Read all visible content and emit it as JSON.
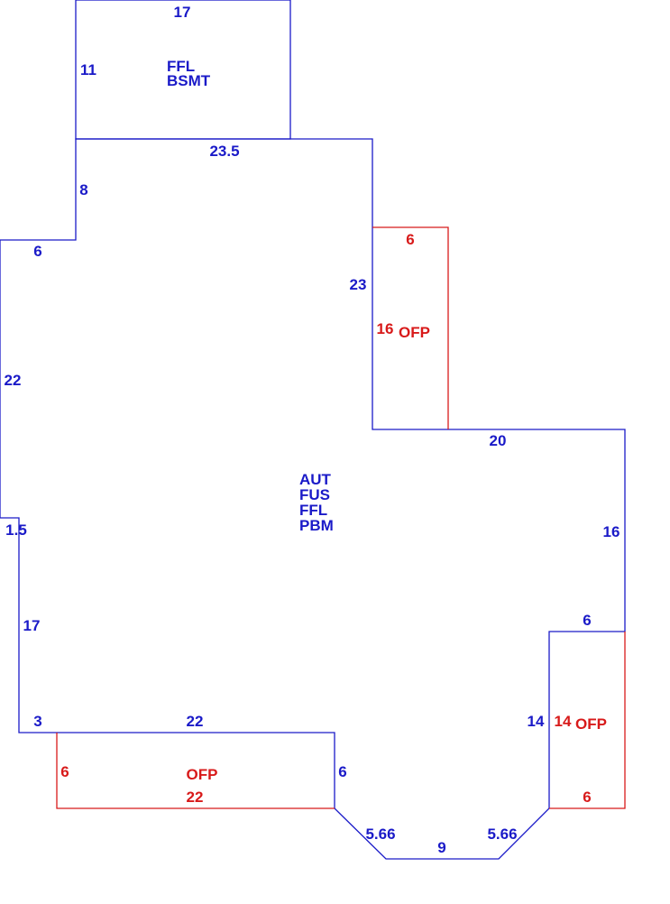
{
  "colors": {
    "main": "#1a1ac8",
    "porch": "#d81a1a"
  },
  "basement": {
    "codes": [
      "FFL",
      "BSMT"
    ],
    "dims": {
      "top": "17",
      "left": "11"
    }
  },
  "main_area": {
    "codes": [
      "AUT",
      "FUS",
      "FFL",
      "PBM"
    ],
    "dims": {
      "basement_base": "23.5",
      "left_upper_short": "8",
      "step_left": "6",
      "left_long": "22",
      "left_jog": "1.5",
      "left_lower": "17",
      "bottom_left_short": "3",
      "bottom_left_long": "22",
      "bottom_drop": "6",
      "angle_left": "5.66",
      "bottom_mid": "9",
      "angle_right": "5.66",
      "right_lower_vertical": "14",
      "right_step": "6",
      "right_upper_vertical": "16",
      "right_top_horizontal": "20",
      "inner_vertical": "23"
    }
  },
  "porches": [
    {
      "code": "OFP",
      "dims": {
        "top": "6",
        "side": "16"
      }
    },
    {
      "code": "OFP",
      "dims": {
        "side": "14",
        "bottom": "6"
      }
    },
    {
      "code": "OFP",
      "dims": {
        "side": "6",
        "bottom": "22"
      }
    }
  ]
}
